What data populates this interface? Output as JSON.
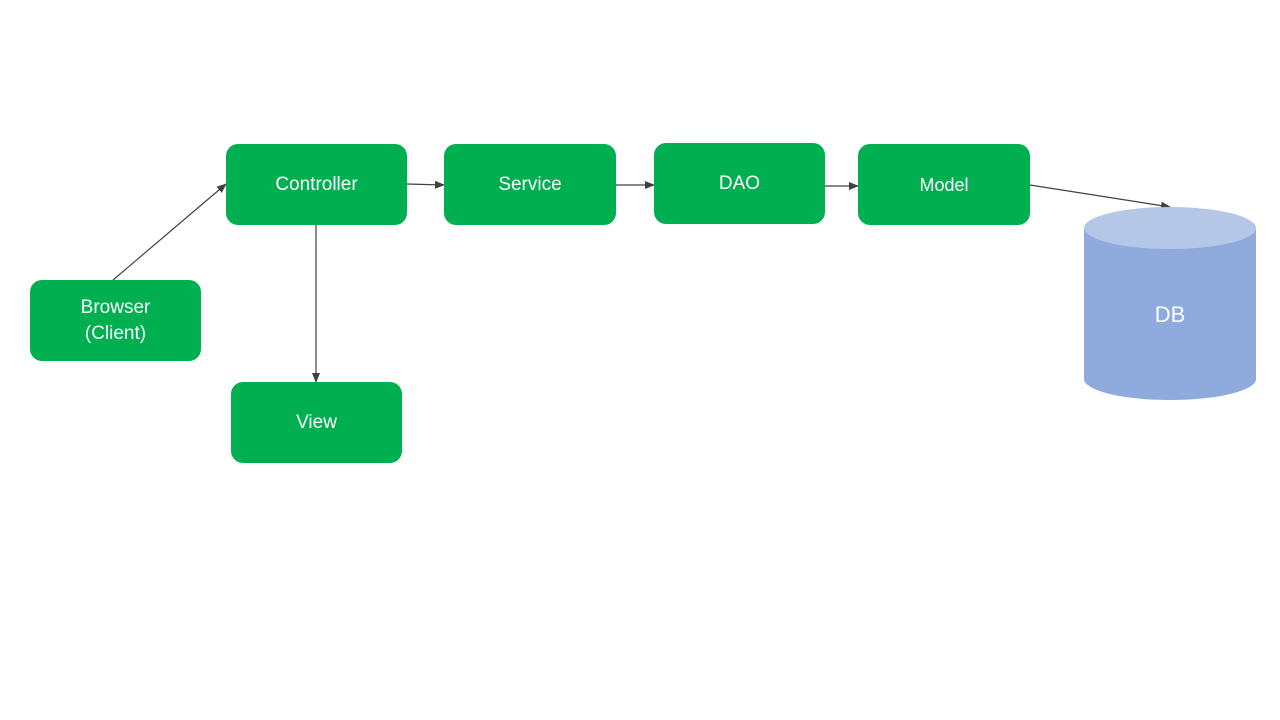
{
  "diagram": {
    "nodes": {
      "browser": {
        "label": "Browser\n(Client)"
      },
      "controller": {
        "label": "Controller"
      },
      "service": {
        "label": "Service"
      },
      "dao": {
        "label": "DAO"
      },
      "model": {
        "label": "Model"
      },
      "view": {
        "label": "View"
      },
      "db": {
        "label": "DB"
      }
    },
    "edges": [
      {
        "from": "browser",
        "to": "controller"
      },
      {
        "from": "controller",
        "to": "service"
      },
      {
        "from": "service",
        "to": "dao"
      },
      {
        "from": "dao",
        "to": "model"
      },
      {
        "from": "model",
        "to": "db"
      },
      {
        "from": "controller",
        "to": "view"
      }
    ],
    "colors": {
      "box_fill": "#00b050",
      "box_text": "#ffffff",
      "db_body": "#8faadc",
      "db_top": "#b4c7e7",
      "arrow": "#404040"
    }
  }
}
